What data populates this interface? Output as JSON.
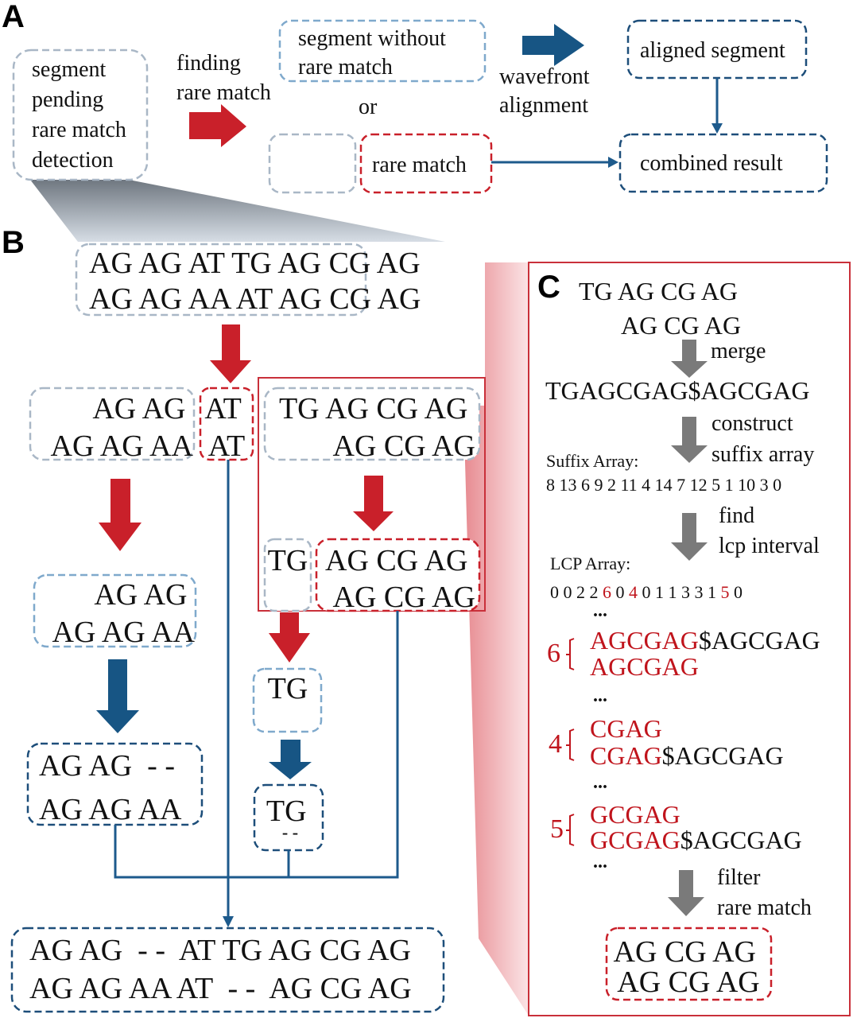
{
  "panels": {
    "a": "A",
    "b": "B",
    "c": "C"
  },
  "colors": {
    "rare_match_red": "#c9202a",
    "aligned_navy": "#1d4e7a",
    "pending_gray": "#a9b7c6",
    "no_match_lightblue": "#7fa9cc",
    "process_gray": "#7a7a7a"
  },
  "panel_a": {
    "pending_box": [
      "segment",
      "pending",
      "rare match",
      "detection"
    ],
    "finding_label": [
      "finding",
      "rare match"
    ],
    "without_box": [
      "segment without",
      "rare match"
    ],
    "or_label": "or",
    "rare_match_box": "rare match",
    "wavefront_label": [
      "wavefront",
      "alignment"
    ],
    "aligned_box": "aligned segment",
    "combined_box": "combined result"
  },
  "panel_b": {
    "input_seq": [
      "AG AG AT TG AG CG AG",
      "AG AG AA AT AG CG AG"
    ],
    "left_seg": [
      "AG AG",
      "AG AG AA"
    ],
    "at_match": [
      "AT",
      "AT"
    ],
    "right_seg": [
      "TG AG CG AG",
      "AG CG AG"
    ],
    "tg_seg": [
      "TG",
      ""
    ],
    "agcgag_match": [
      "AG CG AG",
      "AG CG AG"
    ],
    "left_no_match": [
      "AG AG",
      "AG AG AA"
    ],
    "tg_no_match": "TG",
    "left_aligned": [
      "AG AG  - -",
      "AG AG AA"
    ],
    "tg_aligned": [
      "TG",
      "- -"
    ],
    "final_result": [
      "AG AG  - -  AT TG AG CG AG",
      "AG AG AA AT  - -  AG CG AG"
    ]
  },
  "panel_c": {
    "seq1": "TG AG CG AG",
    "seq2": "AG CG AG",
    "merge_label": "merge",
    "merged": "TGAGCGAG$AGCGAG",
    "construct_label": [
      "construct",
      "suffix array"
    ],
    "suffix_array_label": "Suffix Array:",
    "suffix_array": [
      8,
      13,
      6,
      9,
      2,
      11,
      4,
      14,
      7,
      12,
      5,
      1,
      10,
      3,
      0
    ],
    "find_label": [
      "find",
      "lcp interval"
    ],
    "lcp_array_label": "LCP Array:",
    "lcp_array": [
      0,
      0,
      2,
      2,
      6,
      0,
      4,
      0,
      1,
      1,
      3,
      3,
      1,
      5,
      0
    ],
    "lcp_highlighted": [
      6,
      4,
      5
    ],
    "ellipsis": "...",
    "intervals": [
      {
        "lcp": "6",
        "rows": [
          {
            "match": "AGCGAG",
            "rest": "$AGCGAG"
          },
          {
            "match": "AGCGAG",
            "rest": ""
          }
        ]
      },
      {
        "lcp": "4",
        "rows": [
          {
            "match": "CGAG",
            "rest": ""
          },
          {
            "match": "CGAG",
            "rest": "$AGCGAG"
          }
        ]
      },
      {
        "lcp": "5",
        "rows": [
          {
            "match": "GCGAG",
            "rest": ""
          },
          {
            "match": "GCGAG",
            "rest": "$AGCGAG"
          }
        ]
      }
    ],
    "filter_label": [
      "filter",
      "rare match"
    ],
    "result": [
      "AG CG AG",
      "AG CG AG"
    ]
  }
}
